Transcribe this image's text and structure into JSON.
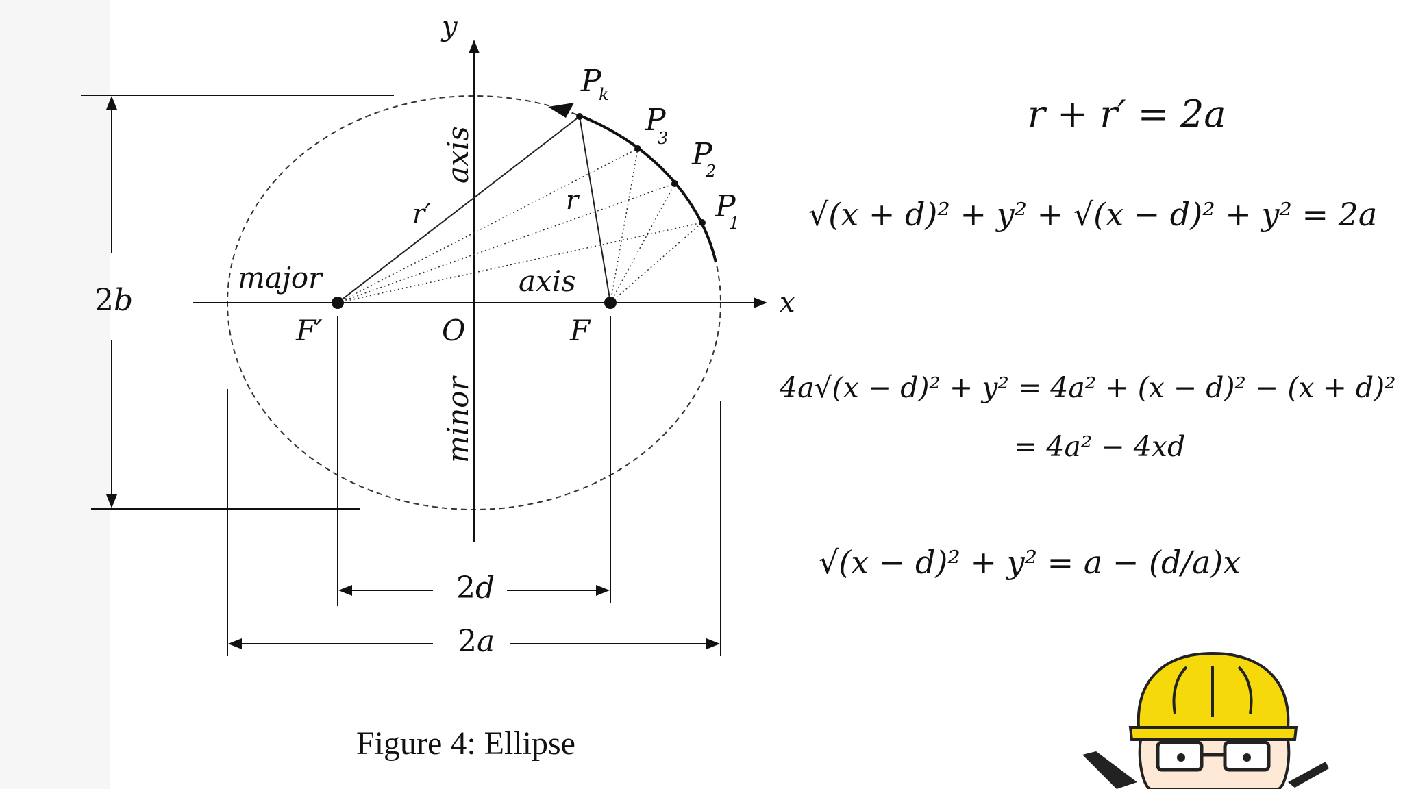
{
  "diagram": {
    "axis_x_label": "x",
    "axis_y_label": "y",
    "origin_label": "O",
    "focus_left_label": "F′",
    "focus_right_label": "F",
    "point_labels": [
      "P",
      "P",
      "P",
      "P"
    ],
    "point_subscripts": [
      "k",
      "3",
      "2",
      "1"
    ],
    "segment_r_label": "r",
    "segment_r_prime_label": "r′",
    "major_label": "major",
    "major_axis_label": "axis",
    "minor_label": "minor",
    "minor_axis_label": "axis",
    "dim_2b": "2b",
    "dim_2d": "2d",
    "dim_2a": "2a"
  },
  "caption": "Figure 4:   Ellipse",
  "equations": {
    "eq1": "r + r′ = 2a",
    "eq2": "√(x + d)² + y² + √(x − d)² + y² = 2a",
    "eq3a": "4a√(x − d)² + y² = 4a² + (x − d)² − (x + d)²",
    "eq3b": "= 4a² − 4xd",
    "eq4": "√(x − d)² + y² = a − (d/a)x"
  },
  "mascot": {
    "name": "worker-hardhat-mascot",
    "helmet_color": "#f5d90a"
  }
}
